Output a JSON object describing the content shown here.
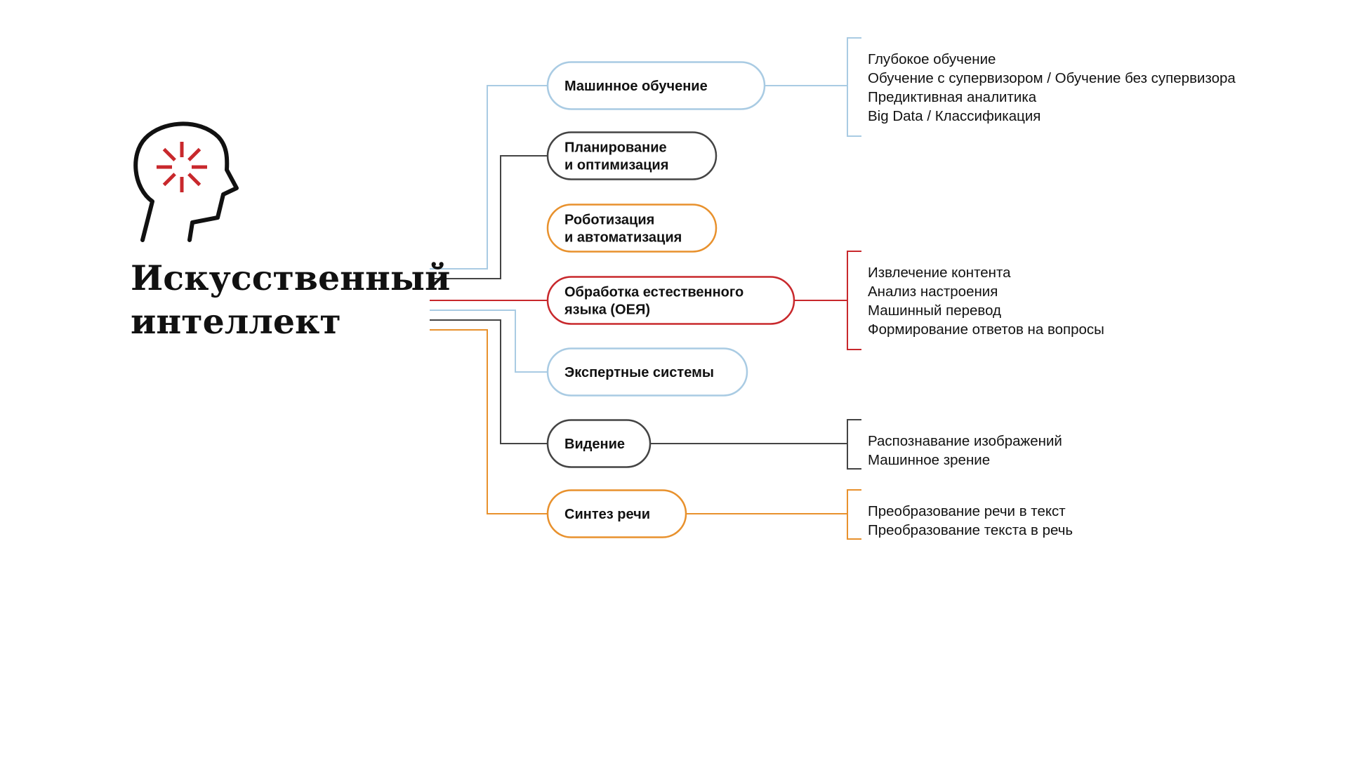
{
  "colors": {
    "blue": "#a9cbe3",
    "dark": "#444444",
    "orange": "#e8912d",
    "red": "#c8282c",
    "text": "#111111"
  },
  "title": {
    "lines": [
      "Искусственный",
      "интеллект"
    ],
    "icon": "head-with-loading-spinner-icon"
  },
  "nodes": [
    {
      "id": "ml",
      "lines": [
        "Машинное обучение"
      ],
      "color": "blue",
      "details": [
        "Глубокое обучение",
        "Обучение с супервизором / Обучение без супервизора",
        "Предиктивная аналитика",
        "Big Data / Классификация"
      ]
    },
    {
      "id": "planning",
      "lines": [
        "Планирование",
        "и оптимизация"
      ],
      "color": "dark",
      "details": []
    },
    {
      "id": "robotics",
      "lines": [
        "Роботизация",
        "и автоматизация"
      ],
      "color": "orange",
      "details": []
    },
    {
      "id": "nlp",
      "lines": [
        "Обработка естественного",
        "языка (ОЕЯ)"
      ],
      "color": "red",
      "details": [
        "Извлечение контента",
        "Анализ настроения",
        "Машинный перевод",
        "Формирование ответов на вопросы"
      ]
    },
    {
      "id": "expert",
      "lines": [
        "Экспертные системы"
      ],
      "color": "blue",
      "details": []
    },
    {
      "id": "vision",
      "lines": [
        "Видение"
      ],
      "color": "dark",
      "details": [
        "Распознавание изображений",
        "Машинное зрение"
      ]
    },
    {
      "id": "speech",
      "lines": [
        "Синтез речи"
      ],
      "color": "orange",
      "details": [
        "Преобразование речи в текст",
        "Преобразование текста в речь"
      ]
    }
  ]
}
